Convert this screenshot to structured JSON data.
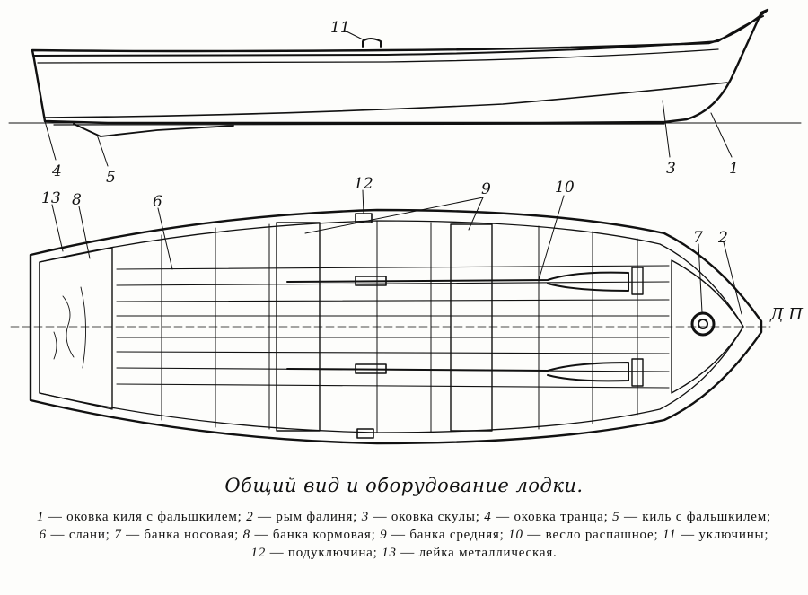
{
  "caption": {
    "title": "Общий вид и оборудование лодки."
  },
  "callouts": {
    "c1": "1",
    "c2": "2",
    "c3": "3",
    "c4": "4",
    "c5": "5",
    "c6": "6",
    "c7": "7",
    "c8": "8",
    "c9": "9",
    "c10": "10",
    "c11": "11",
    "c12": "12",
    "c13": "13",
    "dp": "Д П"
  },
  "legend": [
    {
      "num": "1",
      "text": "оковка киля с фальшкилем;"
    },
    {
      "num": "2",
      "text": "рым фалиня;"
    },
    {
      "num": "3",
      "text": "оковка скулы;"
    },
    {
      "num": "4",
      "text": "оковка транца;"
    },
    {
      "num": "5",
      "text": "киль с фальшкилем;"
    },
    {
      "num": "6",
      "text": "слани;"
    },
    {
      "num": "7",
      "text": "банка носовая;"
    },
    {
      "num": "8",
      "text": "банка кормовая;"
    },
    {
      "num": "9",
      "text": "банка средняя;"
    },
    {
      "num": "10",
      "text": "весло распашное;"
    },
    {
      "num": "11",
      "text": "уключины;"
    },
    {
      "num": "12",
      "text": "подуключина;"
    },
    {
      "num": "13",
      "text": "лейка металлическая."
    }
  ]
}
